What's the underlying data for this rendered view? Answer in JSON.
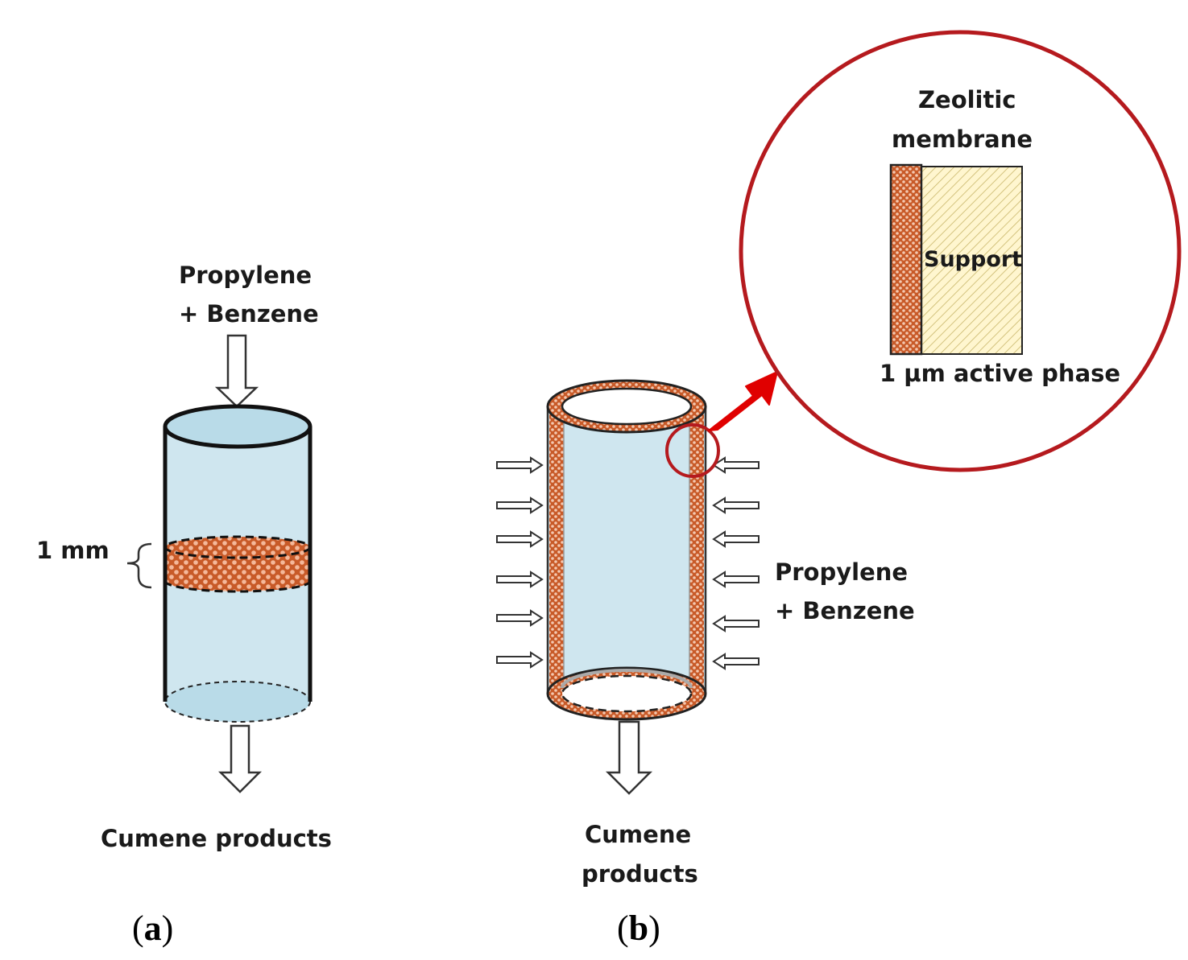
{
  "panel_a": {
    "feed_line1": "Propylene",
    "feed_line2": "+ Benzene",
    "thickness": "1 mm",
    "product": "Cumene products",
    "label_open": "(",
    "label_letter": "a",
    "label_close": ")"
  },
  "panel_b": {
    "feed_line1": "Propylene",
    "feed_line2": "+ Benzene",
    "product_line1": "Cumene",
    "product_line2": "products",
    "label_open": "(",
    "label_letter": "b",
    "label_close": ")"
  },
  "zoom": {
    "title_line1": "Zeolitic",
    "title_line2": "membrane",
    "support": "Support",
    "active_phase": "1 µm active phase"
  },
  "colors": {
    "liquid": "#cfe6ef",
    "cap": "#b9dbe8",
    "catalyst_bg": "#c85a28",
    "catalyst_dots": "#f4b89a",
    "support_fill": "#fff6cf",
    "support_hatch": "#c9b66a",
    "accent_red": "#b51a1e",
    "arrow_red": "#e00000"
  }
}
